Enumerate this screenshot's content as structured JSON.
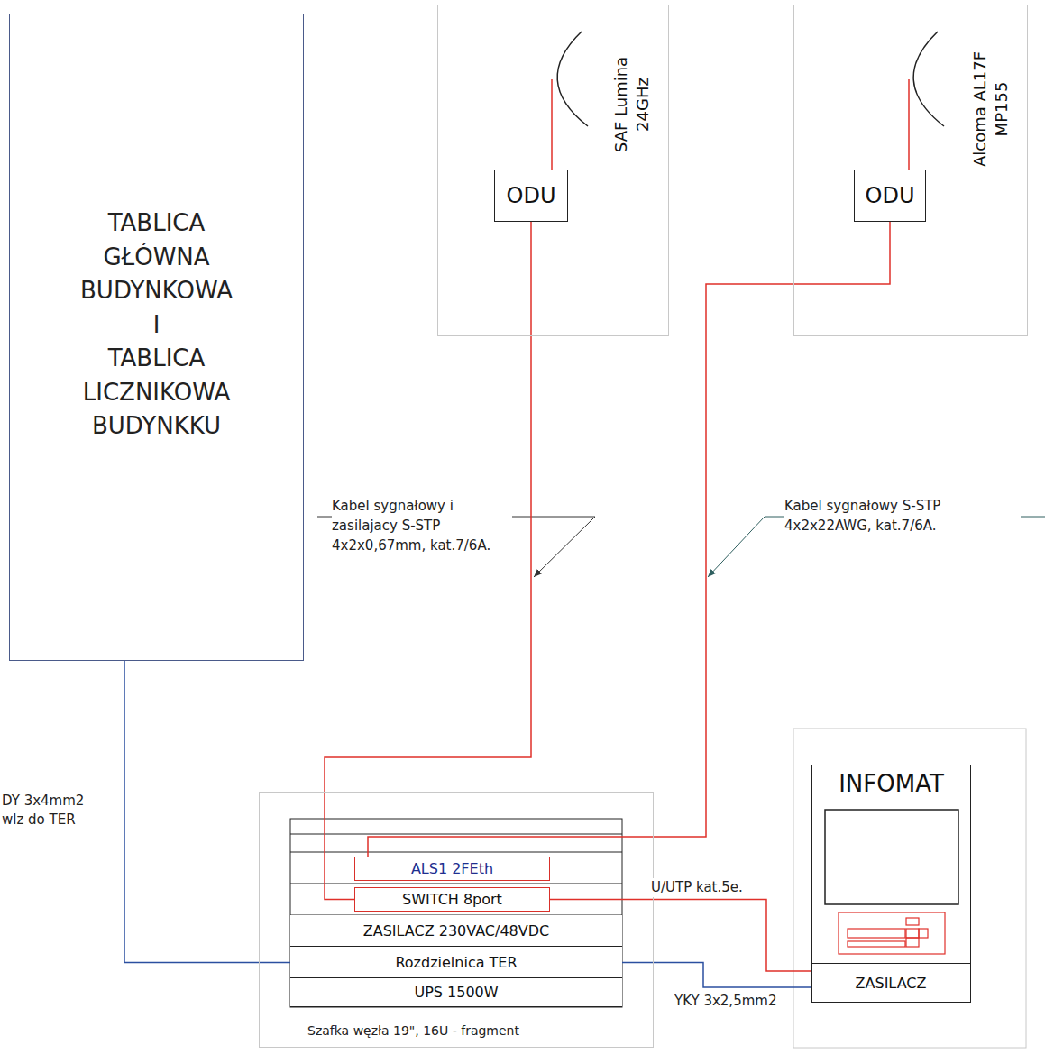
{
  "diagram": {
    "nodes": [
      {
        "text": [
          "TABLICA GŁÓWNA BUDYNKOWA I TABLICA LICZNIKOWA BUDYNKKU"
        ]
      },
      {
        "text": [
          "SAF Lumina 24GHz"
        ]
      },
      {
        "text": [
          "ODU"
        ],
        "in": 1
      },
      {
        "text": [
          "Alcoma AL17F MP155"
        ]
      },
      {
        "text": [
          "ODU"
        ],
        "in": 3
      },
      {
        "text": [
          "Szafka węzła 19\", 16U - fragment"
        ]
      },
      {
        "text": [
          "ALS1 2FEth"
        ],
        "in": 5
      },
      {
        "text": [
          "SWITCH 8port"
        ],
        "in": 5
      },
      {
        "text": [
          "ZASILACZ 230VAC/48VDC"
        ],
        "in": 5
      },
      {
        "text": [
          "Rozdzielnica TER"
        ],
        "in": 5
      },
      {
        "text": [
          "UPS 1500W"
        ],
        "in": 5
      },
      {
        "text": [
          "INFOMAT"
        ]
      },
      {
        "text": [
          "ZASILACZ"
        ],
        "in": 11
      }
    ],
    "edges": [
      {
        "from": 0,
        "to": 9,
        "arrow": "none",
        "label": "DY 3x4mm2 wlz do TER"
      },
      {
        "from": 2,
        "to": 7,
        "arrow": "none"
      },
      {
        "from": 4,
        "to": 6,
        "arrow": "none"
      },
      {
        "from": 7,
        "to": 12,
        "arrow": "none",
        "label": "U/UTP kat.5e."
      },
      {
        "from": 9,
        "to": 12,
        "arrow": "none",
        "label": "YKY 3x2,5mm2"
      }
    ],
    "labels": [
      "Kabel sygnałowy i zasilajacy S-STP 4x2x0,67mm, kat.7/6A.",
      "Kabel sygnałowy S-STP 4x2x22AWG, kat.7/6A."
    ]
  }
}
